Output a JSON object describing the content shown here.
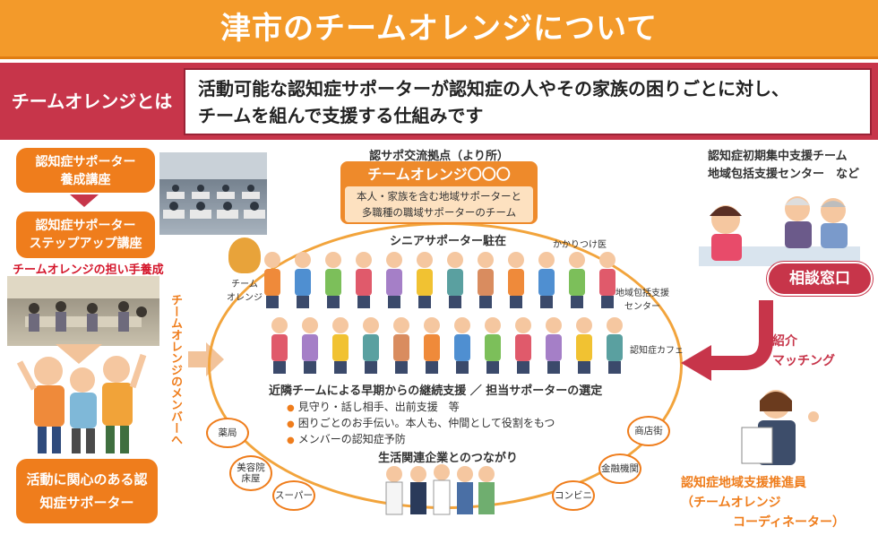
{
  "title": "津市のチームオレンジについて",
  "definition": {
    "label": "チームオレンジとは",
    "line1": "活動可能な認知症サポーターが認知症の人やその家族の困りごとに対し、",
    "line2": "チームを組んで支援する仕組みです"
  },
  "left": {
    "course1": "認知症サポーター",
    "course2": "養成講座",
    "stepup1": "認知症サポーター",
    "stepup2": "ステップアップ講座",
    "leader": "チームオレンジの担い手養成",
    "interested1": "活動に関心のある認",
    "interested2": "知症サポーター",
    "vertical": "チームオレンジのメンバーへ"
  },
  "center": {
    "hub_caption": "認サポ交流拠点（より所）",
    "hub_title": "チームオレンジ〇〇〇",
    "hub_desc1": "本人・家族を含む地域サポーターと",
    "hub_desc2": "多職種の職域サポーターのチーム",
    "senior": "シニアサポーター駐在",
    "team_orange": "チーム\nオレンジ",
    "family_doctor": "かかりつけ医",
    "center": "地域包括支援\nセンター",
    "cafe": "認知症カフェ",
    "early": "近隣チームによる早期からの継続支援 ／ 担当サポーターの選定",
    "bullets": [
      "見守り・話し相手、出前支援　等",
      "困りごとのお手伝い。本人も、仲間として役割をもつ",
      "メンバーの認知症予防"
    ],
    "business": "生活関連企業とのつながり",
    "biz": {
      "pharmacy": "薬局",
      "salon": "美容院\n床屋",
      "super": "スーパー",
      "conv": "コンビニ",
      "bank": "金融機関",
      "mall": "商店街"
    }
  },
  "right": {
    "head1": "認知症初期集中支援チーム",
    "head2": "地域包括支援センター　など",
    "consult": "相談窓口",
    "match1": "紹介",
    "match2": "マッチング",
    "promoter1": "認知症地域支援推進員",
    "promoter2": "（チームオレンジ",
    "promoter3": "コーディネーター）"
  }
}
